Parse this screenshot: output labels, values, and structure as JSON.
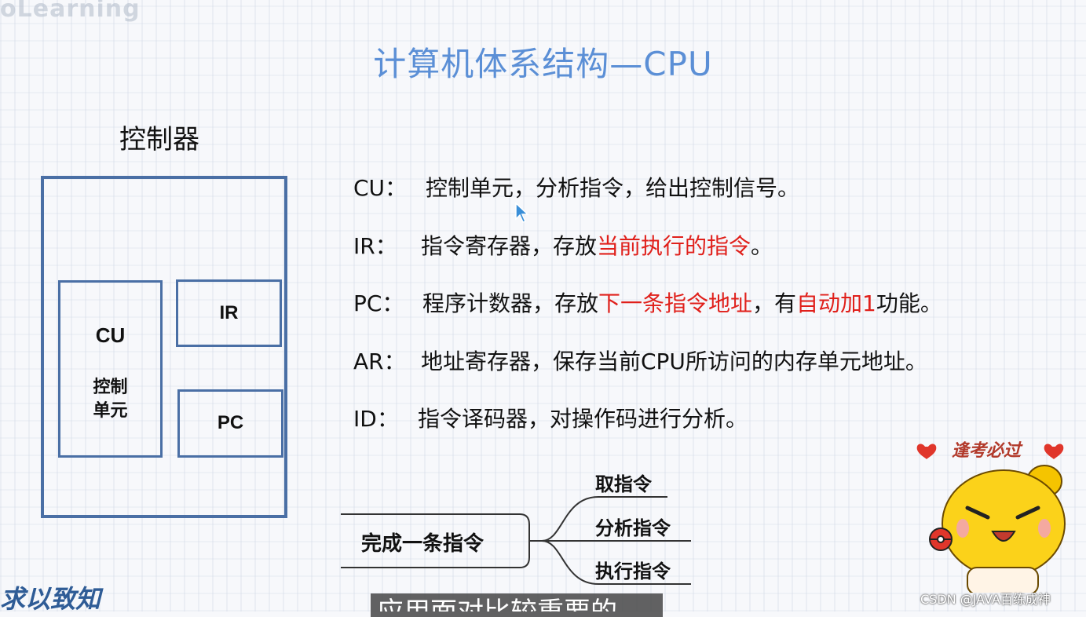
{
  "watermark_top": "oLearning",
  "title": "计算机体系结构—CPU",
  "section_label": "控制器",
  "diagram": {
    "cu_title": "CU",
    "cu_sub_line1": "控制",
    "cu_sub_line2": "单元",
    "ir_title": "IR",
    "pc_title": "PC"
  },
  "definitions": [
    {
      "key": "CU：",
      "parts": [
        {
          "text": "控制单元，分析指令，给出控制信号。",
          "red": false
        }
      ]
    },
    {
      "key": "IR：",
      "parts": [
        {
          "text": "指令寄存器，存放",
          "red": false
        },
        {
          "text": "当前执行的指令",
          "red": true
        },
        {
          "text": "。",
          "red": false
        }
      ]
    },
    {
      "key": "PC：",
      "parts": [
        {
          "text": "程序计数器，存放",
          "red": false
        },
        {
          "text": "下一条指令地址",
          "red": true
        },
        {
          "text": "，有",
          "red": false
        },
        {
          "text": "自动加1",
          "red": true
        },
        {
          "text": "功能。",
          "red": false
        }
      ]
    },
    {
      "key": "AR：",
      "parts": [
        {
          "text": "地址寄存器，保存当前CPU所访问的内存单元地址。",
          "red": false
        }
      ]
    },
    {
      "key": "ID：",
      "parts": [
        {
          "text": "指令译码器，对操作码进行分析。",
          "red": false
        }
      ]
    }
  ],
  "mindmap": {
    "root": "完成一条指令",
    "leaves": [
      "取指令",
      "分析指令",
      "执行指令"
    ]
  },
  "sticker_text": "逢考必过",
  "brand_bottom": "求以致知",
  "subtitle": "应用面对比较重要的",
  "csdn_watermark": "CSDN @JAVA百练成神",
  "colors": {
    "title": "#5b8fd6",
    "box_border": "#4a6fa5",
    "highlight": "#e0201b"
  }
}
